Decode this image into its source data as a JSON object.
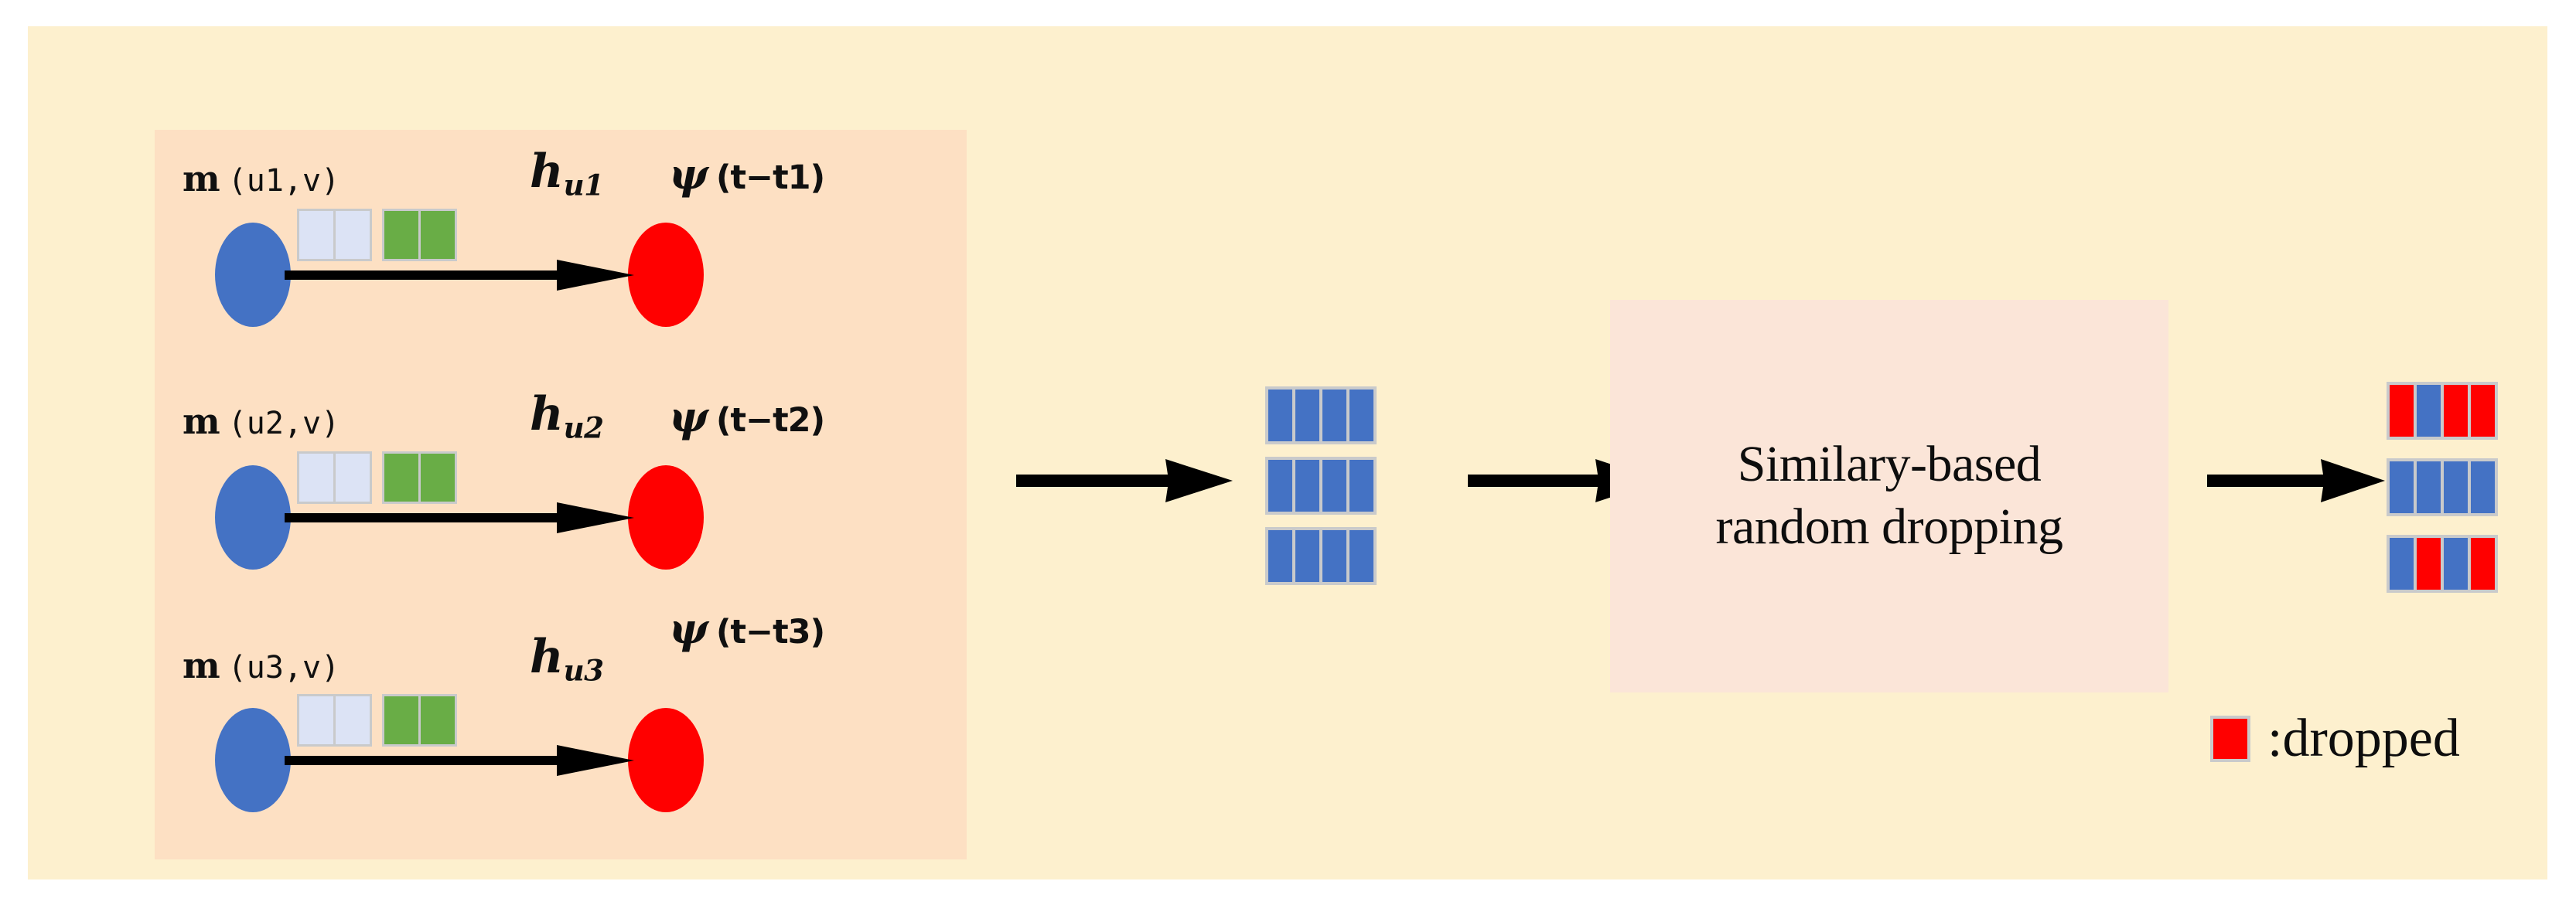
{
  "colors": {
    "canvas_bg": "#fdf0ce",
    "panel_bg": "#fde0c3",
    "dropbox_bg": "#fbe5d8",
    "node_source": "#4472c4",
    "node_target": "#ff0000",
    "cell_blue": "#4472c4",
    "cell_red": "#ff0000",
    "feature_blue": "#dce3f5",
    "feature_green": "#69ad46",
    "cell_border": "#c9cacb",
    "arrow": "#000000"
  },
  "message_panel": {
    "rows": [
      {
        "message_label_symbol": "m",
        "message_label_args": "(u1,v)",
        "hidden_label_symbol": "h",
        "hidden_label_subscript": "u1",
        "time_kernel_symbol": "ψ",
        "time_kernel_args": "(t−t1)",
        "source_node": "blue-node",
        "target_node": "red-node",
        "feature_cells": [
          "blue",
          "blue",
          "green",
          "green"
        ]
      },
      {
        "message_label_symbol": "m",
        "message_label_args": "(u2,v)",
        "hidden_label_symbol": "h",
        "hidden_label_subscript": "u2",
        "time_kernel_symbol": "ψ",
        "time_kernel_args": "(t−t2)",
        "source_node": "blue-node",
        "target_node": "red-node",
        "feature_cells": [
          "blue",
          "blue",
          "green",
          "green"
        ]
      },
      {
        "message_label_symbol": "m",
        "message_label_args": "(u3,v)",
        "hidden_label_symbol": "h",
        "hidden_label_subscript": "u3",
        "time_kernel_symbol": "ψ",
        "time_kernel_args": "(t−t3)",
        "source_node": "blue-node",
        "target_node": "red-node",
        "feature_cells": [
          "blue",
          "blue",
          "green",
          "green"
        ]
      }
    ]
  },
  "input_matrix": {
    "rows": 3,
    "cols": 4,
    "cells": [
      [
        "blue",
        "blue",
        "blue",
        "blue"
      ],
      [
        "blue",
        "blue",
        "blue",
        "blue"
      ],
      [
        "blue",
        "blue",
        "blue",
        "blue"
      ]
    ]
  },
  "dropping_box": {
    "line1": "Similary-based",
    "line2": "random dropping"
  },
  "output_matrix": {
    "rows": 3,
    "cols": 4,
    "cells": [
      [
        "red",
        "blue",
        "red",
        "red"
      ],
      [
        "blue",
        "blue",
        "blue",
        "blue"
      ],
      [
        "blue",
        "red",
        "blue",
        "red"
      ]
    ]
  },
  "legend": {
    "swatch_color": "red",
    "label": ":dropped"
  },
  "flow_arrows": [
    {
      "name": "panel-to-input-matrix"
    },
    {
      "name": "input-matrix-to-dropbox"
    },
    {
      "name": "dropbox-to-output-matrix"
    }
  ]
}
